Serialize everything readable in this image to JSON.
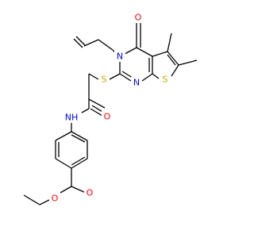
{
  "molecule": {
    "atoms": {
      "o_carbonyl_top": {
        "label": "O",
        "color": "#ff0000"
      },
      "n_ring": {
        "label": "N",
        "color": "#0000ff"
      },
      "n_pyrimidine": {
        "label": "N",
        "color": "#0000ff"
      },
      "s_thioether": {
        "label": "S",
        "color": "#c8a800"
      },
      "s_thiophene": {
        "label": "S",
        "color": "#c8a800"
      },
      "o_amide": {
        "label": "O",
        "color": "#ff0000"
      },
      "nh_amide": {
        "label": "NH",
        "color": "#0000ff"
      },
      "o_ester_carbonyl": {
        "label": "O",
        "color": "#ff0000"
      },
      "o_ester": {
        "label": "O",
        "color": "#ff0000"
      }
    }
  }
}
